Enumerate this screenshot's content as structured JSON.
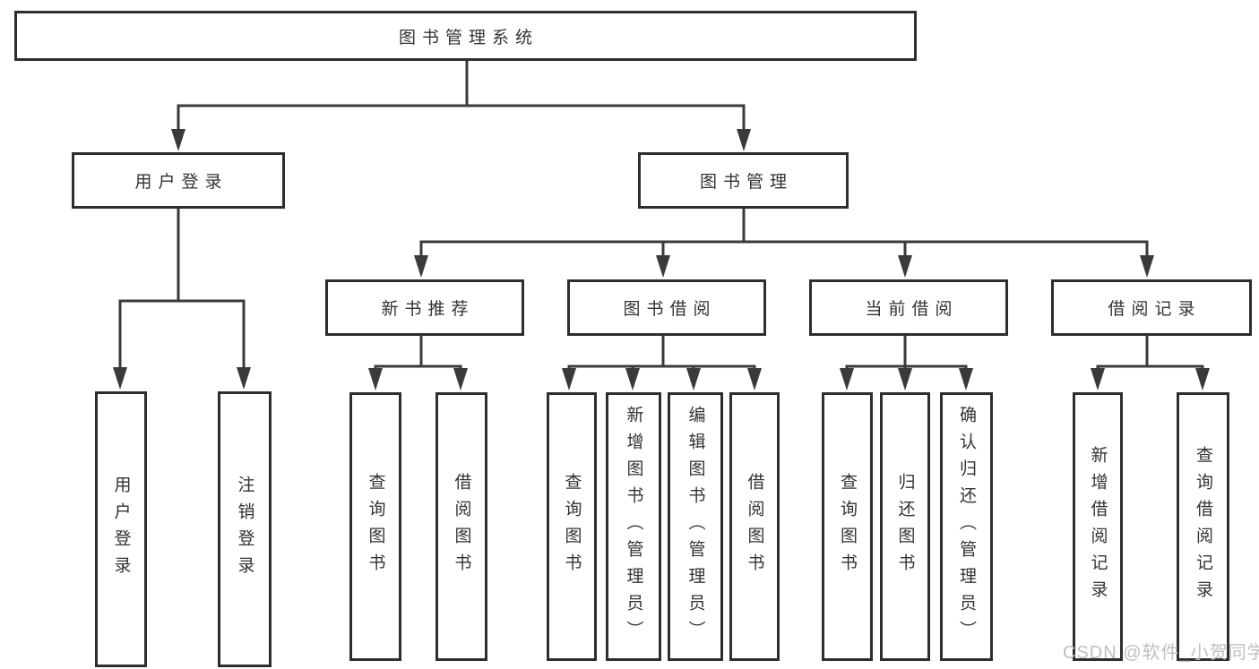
{
  "diagram": {
    "tree": {
      "label": "图书管理系统",
      "children": [
        {
          "label": "用户登录",
          "children": [
            {
              "label": "用户登录"
            },
            {
              "label": "注销登录"
            }
          ]
        },
        {
          "label": "图书管理",
          "children": [
            {
              "label": "新书推荐",
              "children": [
                {
                  "label": "查询图书"
                },
                {
                  "label": "借阅图书"
                }
              ]
            },
            {
              "label": "图书借阅",
              "children": [
                {
                  "label": "查询图书"
                },
                {
                  "label": "新增图书（管理员）"
                },
                {
                  "label": "编辑图书（管理员）"
                },
                {
                  "label": "借阅图书"
                }
              ]
            },
            {
              "label": "当前借阅",
              "children": [
                {
                  "label": "查询图书"
                },
                {
                  "label": "归还图书"
                },
                {
                  "label": "确认归还（管理员）"
                }
              ]
            },
            {
              "label": "借阅记录",
              "children": [
                {
                  "label": "新增借阅记录"
                },
                {
                  "label": "查询借阅记录"
                }
              ]
            }
          ]
        }
      ]
    }
  },
  "watermark": {
    "text": "CSDN @软件_小贺同学"
  },
  "colors": {
    "line": "#3a3a3a",
    "box_border": "#2e2e2e",
    "text": "#333333",
    "watermark": "#bdbfc2",
    "background": "#ffffff"
  }
}
